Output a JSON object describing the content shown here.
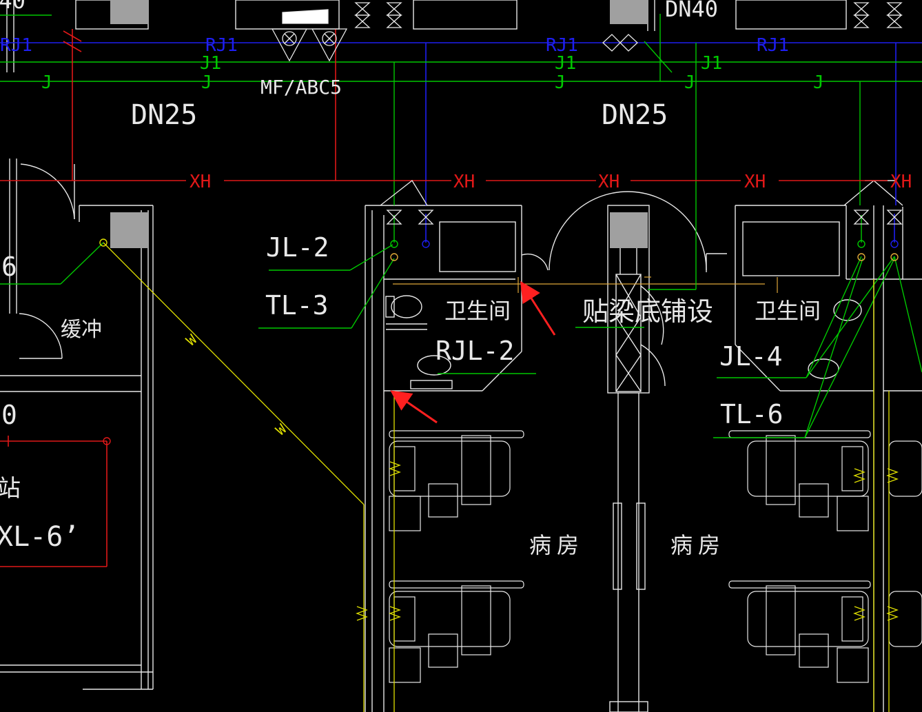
{
  "colors": {
    "background": "#000000",
    "water_supply": "#00c800",
    "reclaimed_water": "#1e1ef0",
    "fire_hydrant": "#e01818",
    "drain": "#e0e000",
    "walls": "#e8e8e8",
    "column_fill": "#a0a0a0",
    "beam_line": "#e0a838",
    "annotation_arrow": "#ff2020"
  },
  "pipe_labels": {
    "rj1": "RJ1",
    "j1": "J1",
    "j": "J",
    "xh": "XH",
    "w": "W"
  },
  "sizes": {
    "dn25": "DN25",
    "dn40": "DN40"
  },
  "equipment": {
    "extinguisher": "MF/ABC5"
  },
  "risers": {
    "jl2": "JL-2",
    "tl3": "TL-3",
    "rjl2": "RJL-2",
    "jl4": "JL-4",
    "tl6": "TL-6"
  },
  "rooms": {
    "bathroom_a": "卫生间",
    "bathroom_b": "卫生间",
    "ward_a": "病房",
    "ward_b": "病房",
    "buffer": "缓冲",
    "station": "站"
  },
  "notes": {
    "beam_soffit": "贴梁底铺设",
    "xl6": "XL-6’",
    "edge_6": "6",
    "edge_0": "0"
  }
}
